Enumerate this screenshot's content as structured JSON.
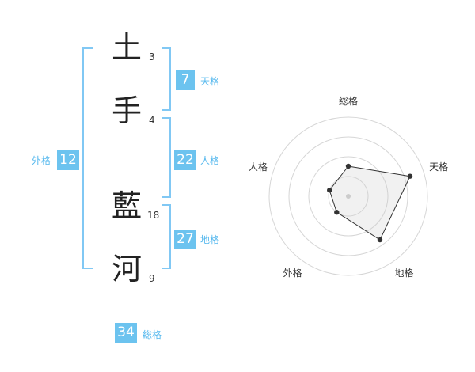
{
  "name": {
    "characters": [
      {
        "char": "土",
        "strokes": "3"
      },
      {
        "char": "手",
        "strokes": "4"
      },
      {
        "char": "藍",
        "strokes": "18"
      },
      {
        "char": "河",
        "strokes": "9"
      }
    ]
  },
  "fortunes": {
    "tenkaku": {
      "value": "7",
      "label": "天格"
    },
    "jinkaku": {
      "value": "22",
      "label": "人格"
    },
    "chikaku": {
      "value": "27",
      "label": "地格"
    },
    "gaikaku": {
      "value": "12",
      "label": "外格"
    },
    "soukaku": {
      "value": "34",
      "label": "総格"
    }
  },
  "colors": {
    "accent": "#6cc3ef",
    "bracket": "#81c8f4",
    "label": "#55b8ee",
    "text": "#222222"
  },
  "chart_data": {
    "type": "radar",
    "axes": [
      "総格",
      "天格",
      "地格",
      "外格",
      "人格"
    ],
    "values": [
      0.38,
      0.82,
      0.68,
      0.25,
      0.25
    ],
    "max": 1,
    "rings": 4,
    "grid": true
  }
}
